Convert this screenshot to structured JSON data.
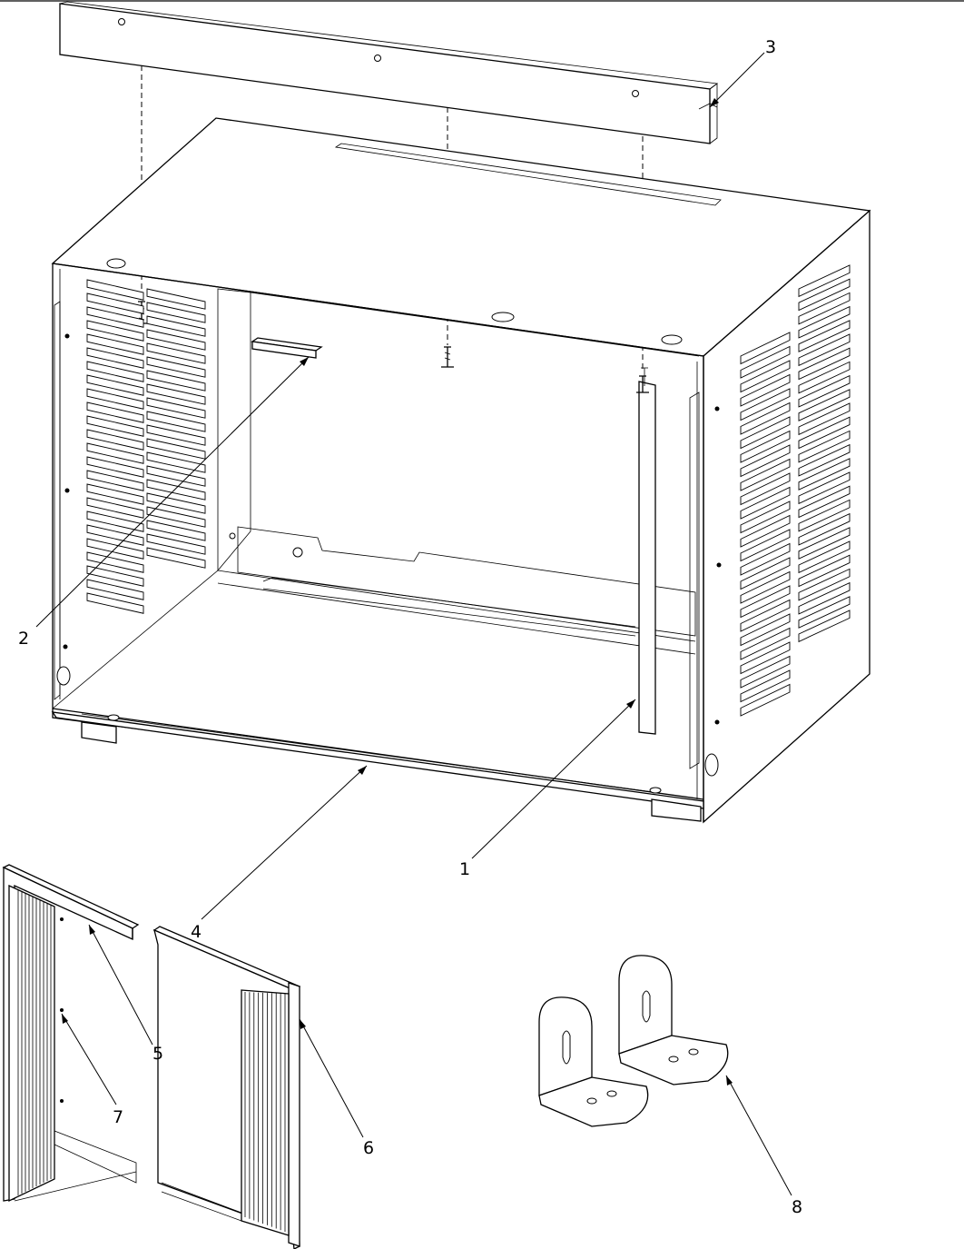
{
  "diagram": {
    "callouts": [
      {
        "id": "c1",
        "label": "1"
      },
      {
        "id": "c2",
        "label": "2"
      },
      {
        "id": "c3",
        "label": "3"
      },
      {
        "id": "c4",
        "label": "4"
      },
      {
        "id": "c5",
        "label": "5"
      },
      {
        "id": "c6",
        "label": "6"
      },
      {
        "id": "c7",
        "label": "7"
      },
      {
        "id": "c8",
        "label": "8"
      }
    ],
    "line_color": "#000000",
    "background_color": "#ffffff"
  }
}
